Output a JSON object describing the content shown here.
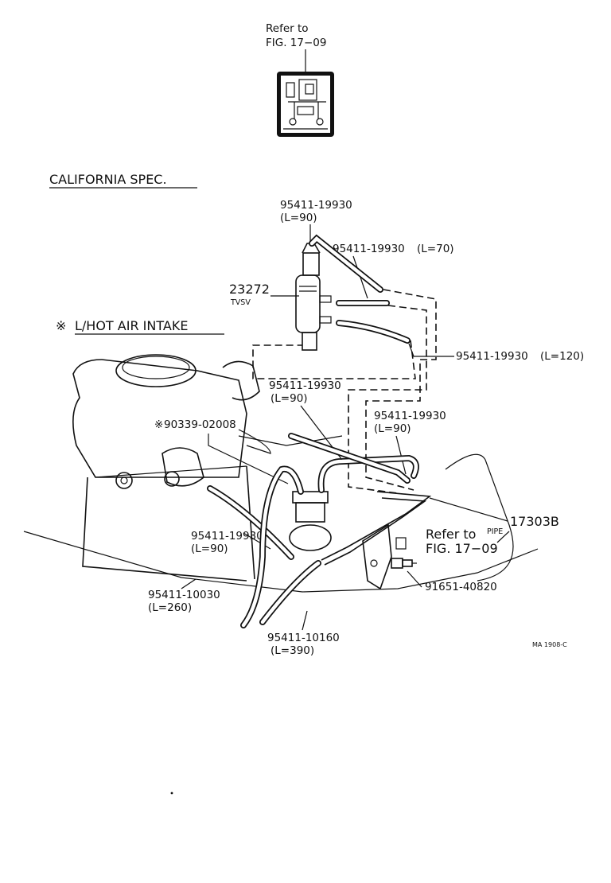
{
  "header": {
    "refer_line1": "Refer to",
    "refer_line2": "FIG. 17−09"
  },
  "section_title": "CALIFORNIA SPEC.",
  "note": {
    "mark": "※",
    "text": "L/HOT AIR INTAKE"
  },
  "callouts": {
    "hose_top": {
      "part": "95411-19930",
      "length": "(L=90)"
    },
    "hose_70": {
      "part": "95411-19930",
      "length": "(L=70)"
    },
    "tvsv": {
      "part": "23272",
      "name": "TVSV"
    },
    "hose_120": {
      "part": "95411-19930",
      "length": "(L=120)"
    },
    "hose_mid_a": {
      "part": "95411-19930",
      "length": "(L=90)"
    },
    "hose_mid_b": {
      "part": "95411-19930",
      "length": "(L=90)"
    },
    "plug": {
      "mark": "※",
      "part": "90339-02008"
    },
    "pipe": {
      "part": "17303B",
      "name": "PIPE"
    },
    "refer_lower": {
      "line1": "Refer to",
      "line2": "FIG. 17−09"
    },
    "hose_left": {
      "part": "95411-19930",
      "length": "(L=90)"
    },
    "hose_260": {
      "part": "95411-10030",
      "length": "(L=260)"
    },
    "bolt": {
      "part": "91651-40820"
    },
    "hose_390": {
      "part": "95411-10160",
      "length": "(L=390)"
    }
  },
  "figure_code": "MA 1908-C"
}
